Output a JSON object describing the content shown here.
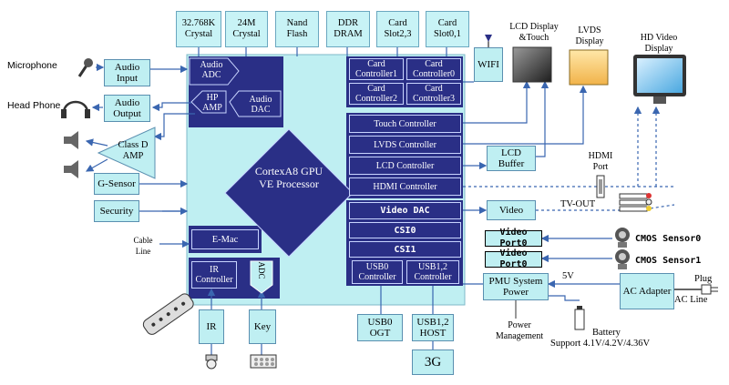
{
  "top_boxes": [
    {
      "id": "crystal32k",
      "label": "32.768K Crystal"
    },
    {
      "id": "crystal24m",
      "label": "24M Crystal"
    },
    {
      "id": "nand",
      "label": "Nand Flash"
    },
    {
      "id": "ddr",
      "label": "DDR DRAM"
    },
    {
      "id": "card23",
      "label": "Card Slot2,3"
    },
    {
      "id": "card01",
      "label": "Card Slot0,1"
    }
  ],
  "left_labels": {
    "microphone": "Microphone",
    "headphone": "Head Phone",
    "cable_line": "Cable Line"
  },
  "left_boxes": {
    "audio_input": "Audio Input",
    "audio_output": "Audio Output",
    "class_d": "Class D AMP",
    "g_sensor": "G-Sensor",
    "security": "Security"
  },
  "soc": {
    "audio_adc": "Audio ADC",
    "hp_amp": "HP AMP",
    "audio_dac": "Audio DAC",
    "cpu": "CortexA8 GPU VE Processor",
    "emac": "E-Mac",
    "ir_controller": "IR Controller",
    "adc": "ADC",
    "card_controllers": [
      "Card Controller1",
      "Card Controller0",
      "Card Controller2",
      "Card Controller3"
    ],
    "display_controllers": [
      "Touch Controller",
      "LVDS Controller",
      "LCD Controller",
      "HDMI Controller"
    ],
    "video_dac": "Video DAC",
    "csi0": "CSI0",
    "csi1": "CSI1",
    "usb0": "USB0 Controller",
    "usb12": "USB1,2 Controller"
  },
  "right_labels": {
    "lcd_touch": "LCD Display &Touch",
    "lvds_display": "LVDS Display",
    "hd_video_display": "HD Video Display",
    "hdmi_port": "HDMI Port",
    "tv_out": "TV-OUT",
    "cmos0": "CMOS Sensor0",
    "cmos1": "CMOS Sensor1",
    "five_v": "5V",
    "plug": "Plug",
    "ac_line": "AC Line",
    "power_management": "Power Management",
    "battery": "Battery",
    "battery_support": "Support 4.1V/4.2V/4.36V"
  },
  "right_boxes": {
    "wifi": "WIFI",
    "lcd_buffer": "LCD Buffer",
    "video": "Video",
    "video_port0_a": "Video Port0",
    "video_port0_b": "Video Port0",
    "pmu": "PMU System Power",
    "ac_adapter": "AC Adapter"
  },
  "bottom_boxes": {
    "ir": "IR",
    "key": "Key",
    "usb0_otg": "USB0 OGT",
    "usb12_host": "USB1,2 HOST",
    "g3": "3G"
  },
  "colors": {
    "soc_bg": "#bfeff2",
    "navy": "#2a2f86",
    "arrow": "#3a66b0"
  }
}
